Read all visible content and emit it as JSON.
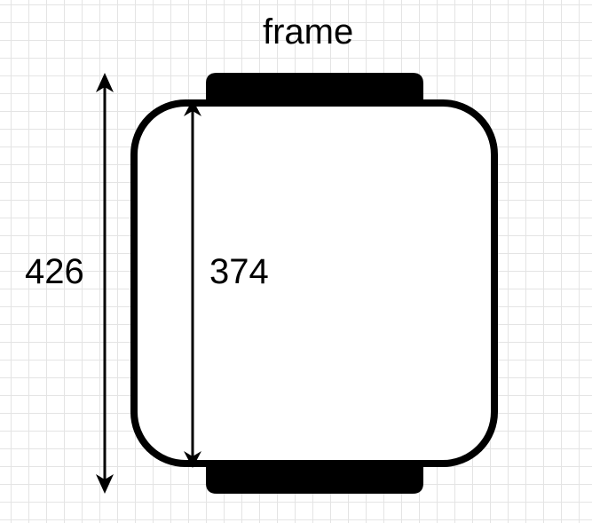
{
  "title": "frame",
  "dimensions": {
    "outer_height": "426",
    "inner_height": "374"
  },
  "colors": {
    "stroke": "#000000",
    "grid": "#e4e4e4",
    "background": "#ffffff"
  }
}
